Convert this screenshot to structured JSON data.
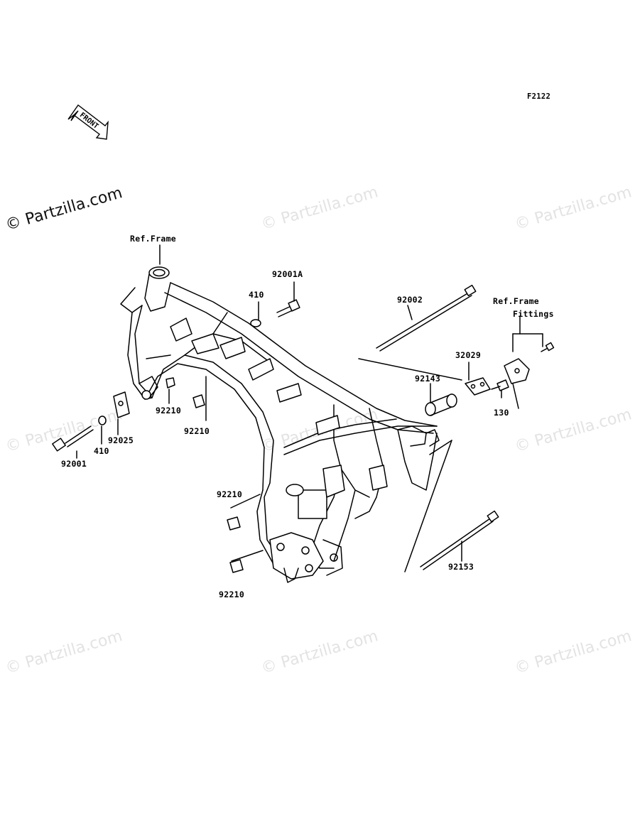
{
  "diagram": {
    "figure_code": "F2122",
    "front_arrow_label": "FRONT",
    "main_watermark": "© Partzilla.com",
    "faint_watermark": "© Partzilla.com",
    "callouts": {
      "ref_frame_top": "Ref.Frame",
      "ref_frame_fittings_line1": "Ref.Frame",
      "ref_frame_fittings_line2": "Fittings",
      "p92001A": "92001A",
      "p410_top": "410",
      "p92002": "92002",
      "p32029": "32029",
      "p92143": "92143",
      "p130": "130",
      "p92210_a": "92210",
      "p92210_b": "92210",
      "p92210_c": "92210",
      "p92210_d": "92210",
      "p92025": "92025",
      "p410_left": "410",
      "p92001": "92001",
      "p92153": "92153"
    }
  }
}
